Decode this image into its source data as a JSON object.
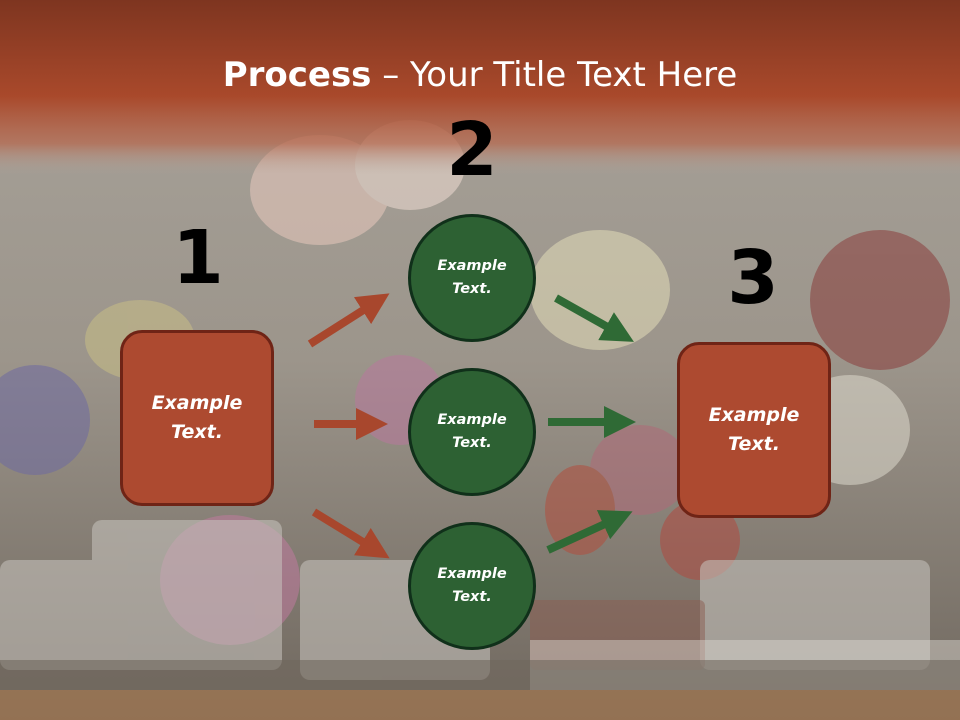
{
  "slide": {
    "title_bold": "Process",
    "title_rest": " – Your Title Text Here"
  },
  "steps": {
    "step1": {
      "number": "1",
      "text": "Example Text."
    },
    "step2": {
      "number": "2",
      "circles": [
        {
          "text": "Example Text."
        },
        {
          "text": "Example Text."
        },
        {
          "text": "Example Text."
        }
      ]
    },
    "step3": {
      "number": "3",
      "text": "Example Text."
    }
  },
  "colors": {
    "title_band": "#a4462a",
    "box_fill": "#ad4a30",
    "box_border": "#6f2416",
    "circle_fill": "#2d6133",
    "circle_border": "#10301a",
    "arrow_red": "#a8472d",
    "arrow_green": "#2f6a35"
  },
  "icons": {
    "arrows_left": "arrow-right-icon",
    "arrows_right": "arrow-right-icon"
  }
}
